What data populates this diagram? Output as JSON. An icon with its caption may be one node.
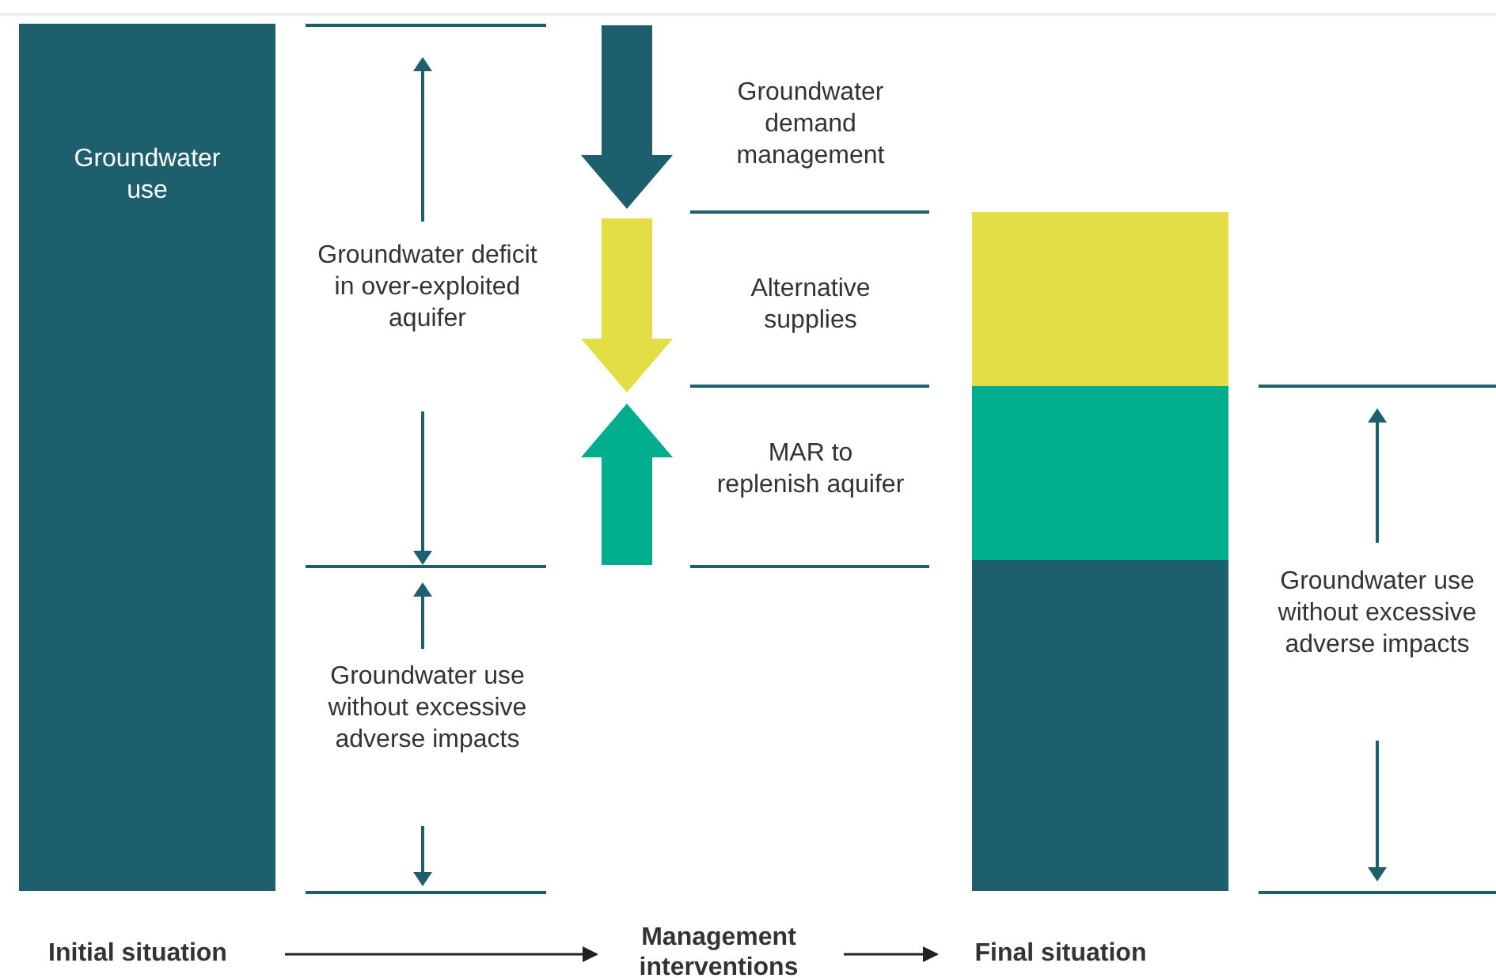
{
  "diagram": {
    "nodes": [
      {
        "text": [
          "Groundwater use"
        ]
      },
      {
        "text": [],
        "shape": "bar"
      },
      {
        "text": [],
        "shape": "bar"
      },
      {
        "text": [],
        "shape": "bar"
      },
      {
        "text": [
          "Initial situation"
        ]
      },
      {
        "text": [
          "Management interventions"
        ]
      },
      {
        "text": [
          "Final situation"
        ]
      }
    ],
    "edges": [
      {
        "from": 4,
        "to": 5,
        "arrow": "to"
      },
      {
        "from": 5,
        "to": 6,
        "arrow": "to"
      }
    ],
    "labels": [
      "Groundwater deficit in over-exploited aquifer",
      "Groundwater demand management",
      "Alternative supplies",
      "MAR to replenish aquifer",
      "Groundwater use without excessive adverse impacts",
      "Groundwater use without excessive adverse impacts"
    ]
  }
}
